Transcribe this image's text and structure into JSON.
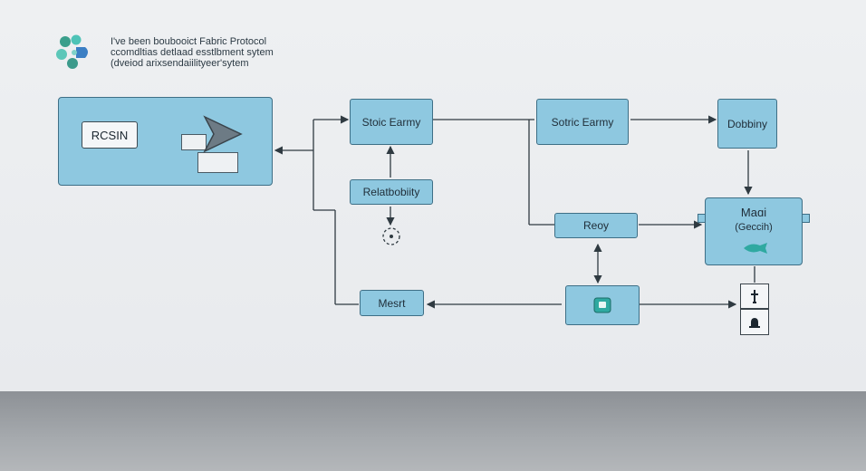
{
  "header": {
    "line1": "I've been boubooict Fabric Protocol",
    "line2": "ccomdltias detlaad esstlbment sytem",
    "line3": "(dveiod arixsendaiilityeer'sytem"
  },
  "nodes": {
    "left_label": "RCSIN",
    "node_a": "Stoic Earmy",
    "node_b": "Relatbobiity",
    "node_c": "Sotric Earmy",
    "node_d": "Dobbiny",
    "node_e": "Reoy",
    "node_f": "Mesrt",
    "main_title": "Maɑi",
    "main_sub": "(Geccih)"
  },
  "colors": {
    "node_fill": "#8ec8e0",
    "node_border": "#3e6f86",
    "accent_teal": "#2fa9a1",
    "logo_blue": "#3b7fc4"
  },
  "icons": {
    "logo": "flower-logo-icon",
    "dashed_target": "dashed-circle-icon",
    "square_glyph": "square-icon",
    "arrow_up_person": "person-up-icon",
    "bell_shape": "bell-icon",
    "fish_shape": "fish-icon"
  }
}
